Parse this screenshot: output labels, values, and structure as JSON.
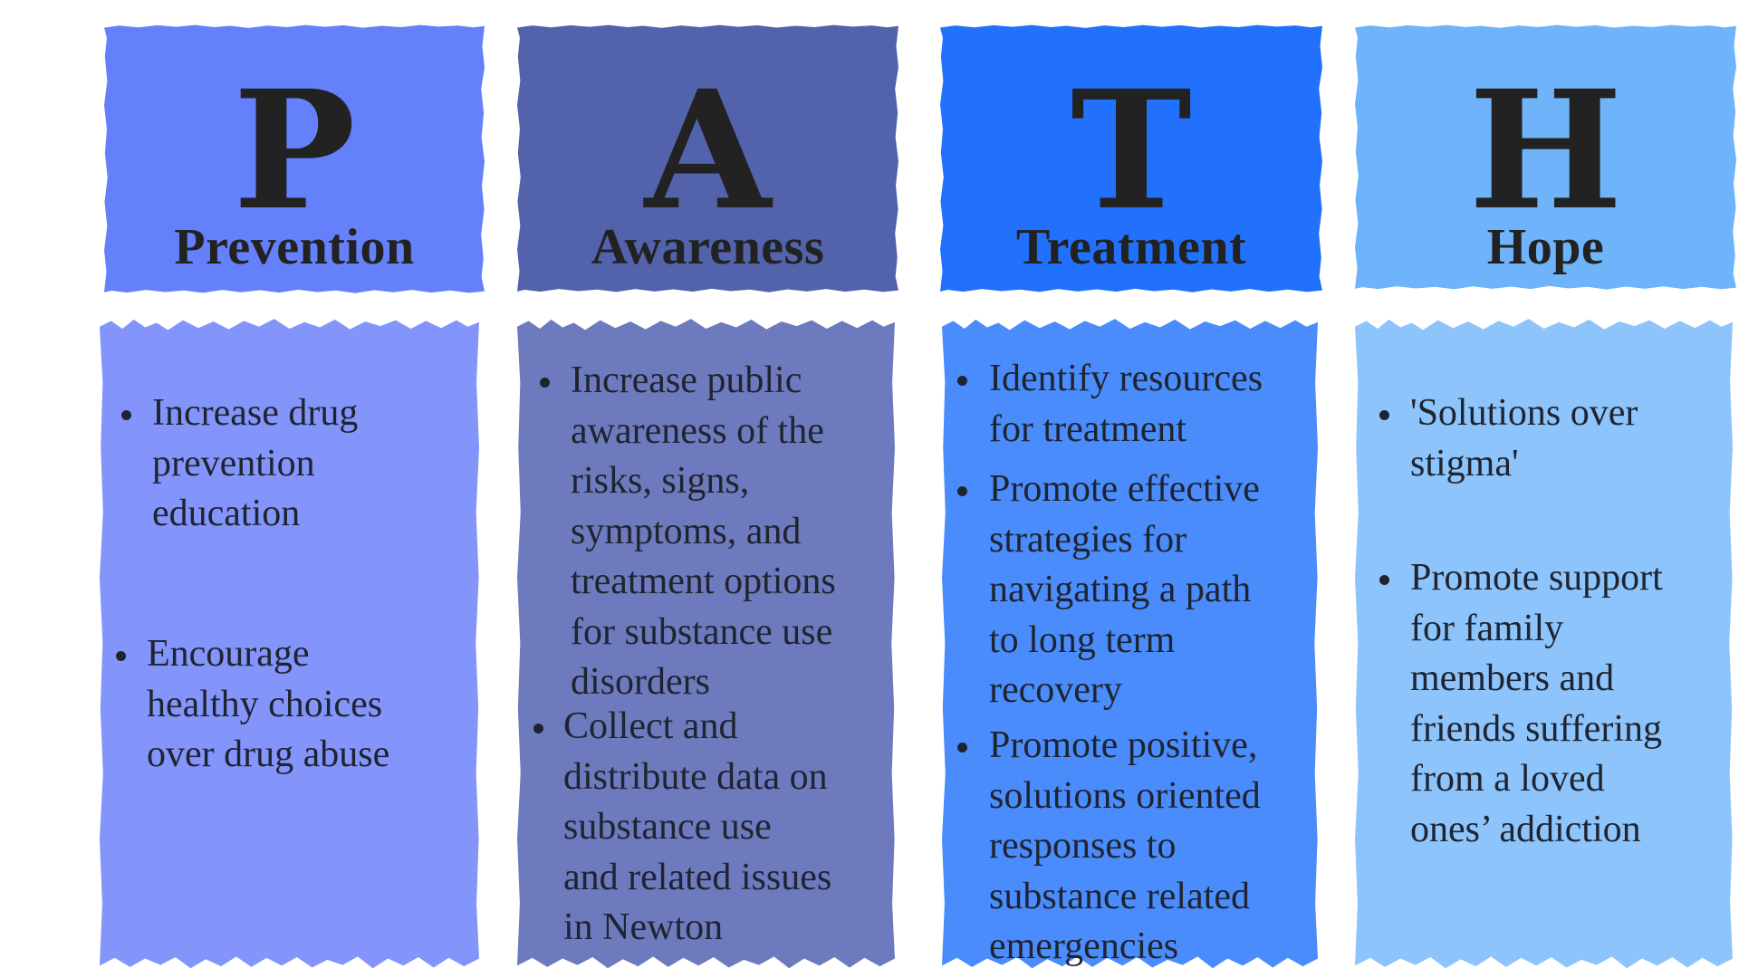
{
  "title": "PATH",
  "columns": [
    {
      "letter": "P",
      "label": "Prevention",
      "header_color": "#6580fb",
      "body_color": "#8394fb",
      "items": [
        "Increase drug\nprevention\neducation",
        "Encourage\nhealthy choices\nover drug abuse"
      ]
    },
    {
      "letter": "A",
      "label": "Awareness",
      "header_color": "#5263ab",
      "body_color": "#6d7abd",
      "items": [
        "Increase public\nawareness of the\nrisks, signs,\nsymptoms, and\ntreatment options\nfor substance use\ndisorders",
        "Collect and\ndistribute data on\nsubstance use\nand related issues\nin Newton"
      ]
    },
    {
      "letter": "T",
      "label": "Treatment",
      "header_color": "#2271fc",
      "body_color": "#4a8cfc",
      "items": [
        "Identify resources\nfor treatment",
        "Promote effective\nstrategies for\nnavigating a path\nto long term\nrecovery",
        "Promote positive,\nsolutions oriented\nresponses to\nsubstance related\nemergencies"
      ]
    },
    {
      "letter": "H",
      "label": "Hope",
      "header_color": "#6fb4fa",
      "body_color": "#8cc4fb",
      "items": [
        "'Solutions over\nstigma'",
        "Promote support\nfor family\nmembers and\nfriends suffering\nfrom a loved\nones’ addiction"
      ]
    }
  ]
}
